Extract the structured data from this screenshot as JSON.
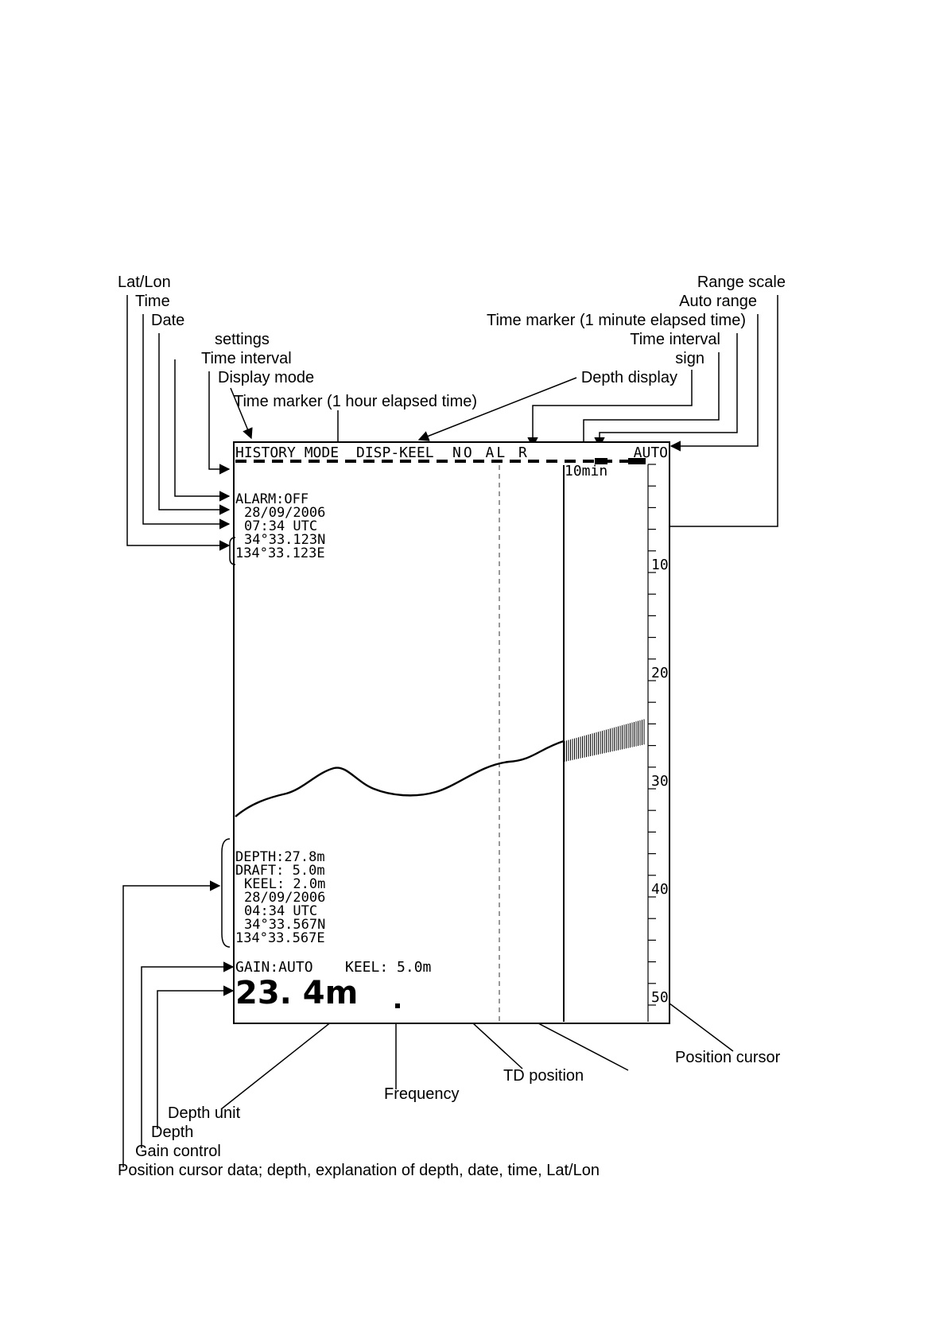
{
  "callouts": {
    "lat_lon": "Lat/Lon",
    "time": "Time",
    "date": "Date",
    "settings": "settings",
    "time_interval": "Time interval",
    "display_mode": "Display mode",
    "time_marker_hour": "Time marker (1 hour elapsed time)",
    "range_scale": "Range scale",
    "auto_range": "Auto range",
    "time_marker_minute": "Time marker (1 minute elapsed time)",
    "time_interval_right": "Time interval",
    "sign": "sign",
    "depth_display": "Depth display",
    "position_cursor": "Position cursor",
    "td_position": "TD position",
    "frequency": "Frequency",
    "depth_unit": "Depth unit",
    "depth": "Depth",
    "gain_control": "Gain control",
    "cursor_data": "Position cursor data; depth, explanation of depth, date, time, Lat/Lon"
  },
  "screen": {
    "header": {
      "mode": "HISTORY MODE",
      "disp": "DISP-KEEL",
      "alarm_flag": "NO AL R",
      "range": "AUTO"
    },
    "interval_label": "10min",
    "status": {
      "alarm": "ALARM:OFF",
      "date": "28/09/2006",
      "time": "07:34  UTC",
      "lat": "34°33.123N",
      "lon": "134°33.123E"
    },
    "cursor_data": {
      "depth": "DEPTH:27.8m",
      "draft": "DRAFT: 5.0m",
      "keel": "KEEL: 2.0m",
      "date": "28/09/2006",
      "time": "04:34  UTC",
      "lat": "34°33.567N",
      "lon": "134°33.567E"
    },
    "gain": "GAIN:AUTO",
    "keel_offset": "KEEL: 5.0m",
    "depth_readout": "23. 4m",
    "scale_labels": [
      "10",
      "20",
      "30",
      "40",
      "50"
    ]
  }
}
